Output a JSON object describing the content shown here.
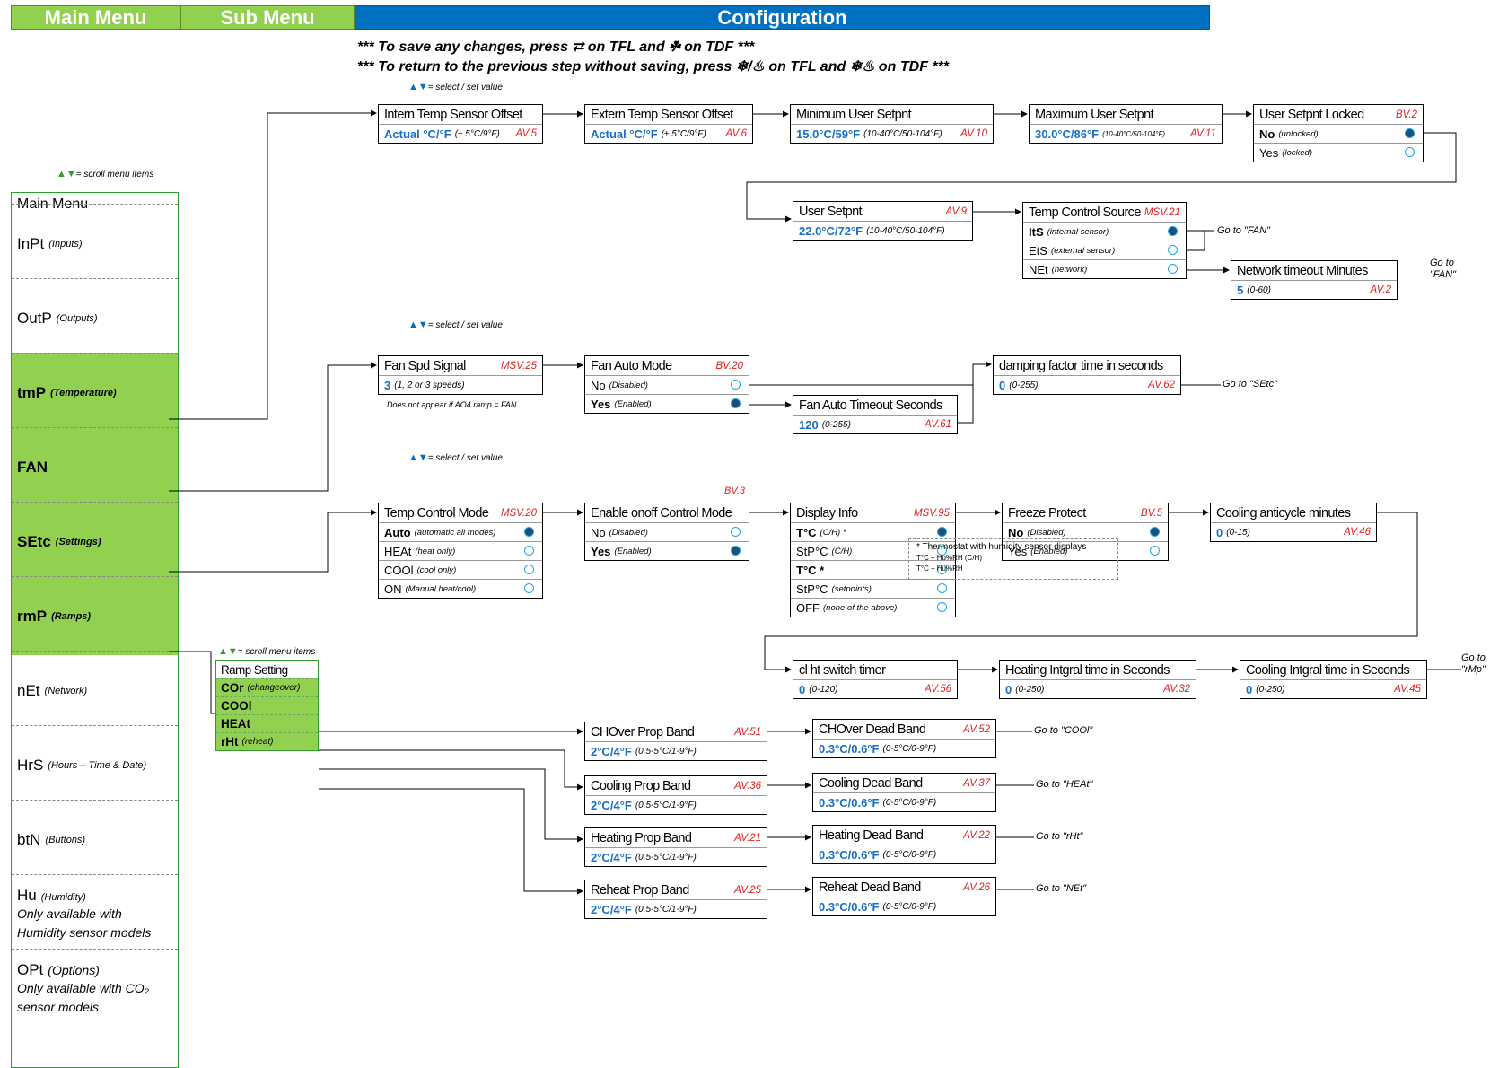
{
  "header": {
    "main_menu": "Main Menu",
    "sub_menu": "Sub Menu",
    "configuration": "Configuration"
  },
  "notes": {
    "save": "*** To save any changes, press ⮂ on TFL and ☘ on TDF ***",
    "return": "*** To return to the previous step without saving, press ❄/♨ on TFL and ❄♨ on TDF ***"
  },
  "hints": {
    "select_set_value": "= select / set value",
    "scroll_menu_items": "= scroll menu items"
  },
  "main_menu": {
    "title": "Main Menu",
    "items": [
      {
        "label": "InPt",
        "sub": "(Inputs)"
      },
      {
        "label": "OutP",
        "sub": "(Outputs)"
      },
      {
        "label": "tmP",
        "sub": "(Temperature)"
      },
      {
        "label": "FAN",
        "sub": ""
      },
      {
        "label": "SEtc",
        "sub": "(Settings)"
      },
      {
        "label": "rmP",
        "sub": "(Ramps)"
      },
      {
        "label": "nEt",
        "sub": "(Network)"
      },
      {
        "label": "HrS",
        "sub": "(Hours – Time & Date)"
      },
      {
        "label": "btN",
        "sub": "(Buttons)"
      },
      {
        "label": "Hu",
        "sub": "(Humidity)",
        "note1": "Only available with",
        "note2": "Humidity sensor models"
      },
      {
        "label": "OPt",
        "sub": "(Options)",
        "note1": "Only available with CO₂",
        "note2": "sensor models"
      }
    ]
  },
  "temperature": {
    "intern_offset": {
      "title": "Intern Temp Sensor Offset",
      "value": "Actual °C/°F",
      "range": "(± 5°C/9°F)",
      "ref": "AV.5"
    },
    "extern_offset": {
      "title": "Extern Temp Sensor Offset",
      "value": "Actual °C/°F",
      "range": "(± 5°C/9°F)",
      "ref": "AV.6"
    },
    "min_setpoint": {
      "title": "Minimum User Setpnt",
      "value": "15.0°C/59°F",
      "range": "(10-40°C/50-104°F)",
      "ref": "AV.10"
    },
    "max_setpoint": {
      "title": "Maximum User Setpnt",
      "value": "30.0°C/86°F",
      "range": "(10-40°C/50-104°F)",
      "ref": "AV.11"
    },
    "setpoint_locked": {
      "title": "User Setpnt Locked",
      "ref": "BV.2",
      "options": [
        {
          "label": "No",
          "sub": "(unlocked)"
        },
        {
          "label": "Yes",
          "sub": "(locked)"
        }
      ]
    },
    "user_setpoint": {
      "title": "User Setpnt",
      "value": "22.0°C/72°F",
      "range": "(10-40°C/50-104°F)",
      "ref": "AV.9"
    },
    "control_source": {
      "title": "Temp Control Source",
      "ref": "MSV.21",
      "options": [
        {
          "label": "ItS",
          "sub": "(internal sensor)"
        },
        {
          "label": "EtS",
          "sub": "(external sensor)"
        },
        {
          "label": "NEt",
          "sub": "(network)"
        }
      ]
    },
    "network_timeout": {
      "title": "Network timeout Minutes",
      "value": "5",
      "range": "(0-60)",
      "ref": "AV.2"
    }
  },
  "fan": {
    "speed_signal": {
      "title": "Fan Spd Signal",
      "value": "3",
      "range": "(1, 2 or 3 speeds)",
      "ref": "MSV.25",
      "note": "Does not appear if AO4 ramp = FAN"
    },
    "auto_mode": {
      "title": "Fan Auto Mode",
      "ref": "BV.20",
      "options": [
        {
          "label": "No",
          "sub": "(Disabled)"
        },
        {
          "label": "Yes",
          "sub": "(Enabled)"
        }
      ]
    },
    "auto_timeout": {
      "title": "Fan Auto Timeout Seconds",
      "value": "120",
      "range": "(0-255)",
      "ref": "AV.61"
    },
    "damping": {
      "title": "damping factor time in seconds",
      "value": "0",
      "range": "(0-255)",
      "ref": "AV.62"
    }
  },
  "settings": {
    "control_mode": {
      "title": "Temp Control Mode",
      "ref": "MSV.20",
      "options": [
        {
          "label": "Auto",
          "sub": "(automatic all modes)"
        },
        {
          "label": "HEAt",
          "sub": "(heat only)"
        },
        {
          "label": "COOl",
          "sub": "(cool only)"
        },
        {
          "label": "ON",
          "sub": "(Manual heat/cool)"
        }
      ]
    },
    "enable_onoff": {
      "title": "Enable onoff Control Mode",
      "ref": "BV.3",
      "options": [
        {
          "label": "No",
          "sub": "(Disabled)"
        },
        {
          "label": "Yes",
          "sub": "(Enabled)"
        }
      ]
    },
    "display_info": {
      "title": "Display Info",
      "ref": "MSV.95",
      "options": [
        {
          "label": "T°C",
          "sub": "(C/H) *"
        },
        {
          "label": "StP°C",
          "sub": "(C/H)"
        },
        {
          "label": "T°C *",
          "sub": ""
        },
        {
          "label": "StP°C",
          "sub": "(setpoints)"
        },
        {
          "label": "OFF",
          "sub": "(none of the above)"
        }
      ]
    },
    "freeze_protect": {
      "title": "Freeze Protect",
      "ref": "BV.5",
      "options": [
        {
          "label": "No",
          "sub": "(Disabled)"
        },
        {
          "label": "Yes",
          "sub": "(Enabled)"
        }
      ]
    },
    "cooling_anticycle": {
      "title": "Cooling anticycle minutes",
      "value": "0",
      "range": "(0-15)",
      "ref": "AV.46"
    },
    "humidity_note": {
      "line1": "* Thermostat with humidity sensor displays",
      "line2": "T°C – Hu%RH (C/H)",
      "line3": "T°C – Hu%RH"
    },
    "clht_timer": {
      "title": "cl ht switch timer",
      "value": "0",
      "range": "(0-120)",
      "ref": "AV.56"
    },
    "heating_integral": {
      "title": "Heating Intgral time in Seconds",
      "value": "0",
      "range": "(0-250)",
      "ref": "AV.32"
    },
    "cooling_integral": {
      "title": "Cooling Intgral time in Seconds",
      "value": "0",
      "range": "(0-250)",
      "ref": "AV.45"
    }
  },
  "ramp": {
    "menu_title": "Ramp Setting",
    "items": [
      {
        "label": "COr",
        "sub": "(changeover)"
      },
      {
        "label": "COOl",
        "sub": ""
      },
      {
        "label": "HEAt",
        "sub": ""
      },
      {
        "label": "rHt",
        "sub": "(reheat)"
      }
    ],
    "chover_prop": {
      "title": "CHOver Prop Band",
      "value": "2°C/4°F",
      "range": "(0.5-5°C/1-9°F)",
      "ref": "AV.51"
    },
    "cooling_prop": {
      "title": "Cooling Prop Band",
      "value": "2°C/4°F",
      "range": "(0.5-5°C/1-9°F)",
      "ref": "AV.36"
    },
    "heating_prop": {
      "title": "Heating Prop Band",
      "value": "2°C/4°F",
      "range": "(0.5-5°C/1-9°F)",
      "ref": "AV.21"
    },
    "reheat_prop": {
      "title": "Reheat Prop Band",
      "value": "2°C/4°F",
      "range": "(0.5-5°C/1-9°F)",
      "ref": "AV.25"
    },
    "chover_dead": {
      "title": "CHOver Dead Band",
      "value": "0.3°C/0.6°F",
      "range": "(0-5°C/0-9°F)",
      "ref": "AV.52"
    },
    "cooling_dead": {
      "title": "Cooling Dead Band",
      "value": "0.3°C/0.6°F",
      "range": "(0-5°C/0-9°F)",
      "ref": "AV.37"
    },
    "heating_dead": {
      "title": "Heating Dead Band",
      "value": "0.3°C/0.6°F",
      "range": "(0-5°C/0-9°F)",
      "ref": "AV.22"
    },
    "reheat_dead": {
      "title": "Reheat Dead Band",
      "value": "0.3°C/0.6°F",
      "range": "(0-5°C/0-9°F)",
      "ref": "AV.26"
    }
  },
  "goto": {
    "fan": "Go to \"FAN\"",
    "fan_a": "Go to",
    "fan_b": "\"FAN\"",
    "setc": "Go to \"SEtc\"",
    "rmp_a": "Go to",
    "rmp_b": "\"rMp\"",
    "cool": "Go to \"COOl\"",
    "heat": "Go to \"HEAt\"",
    "rht": "Go to \"rHt\"",
    "net": "Go to \"NEt\""
  }
}
